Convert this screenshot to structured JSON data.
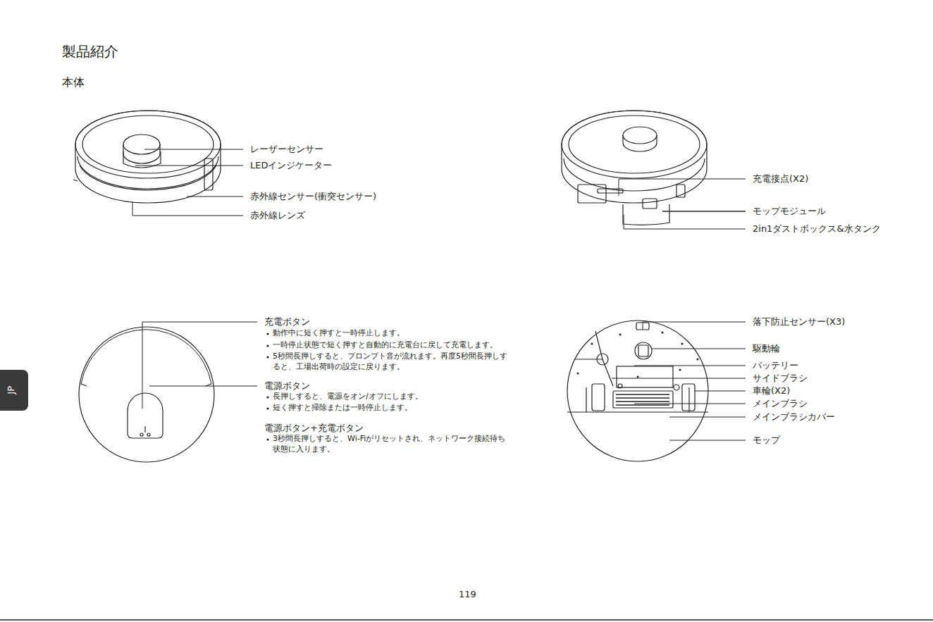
{
  "diagram": {
    "title": "製品紹介",
    "labels": [
      "本体",
      "レーザーセンサー",
      "LEDインジケーター",
      "赤外線センサー(衝突センサー)",
      "赤外線レンズ",
      "充電接点(X2)",
      "モップモジュール",
      "2in1ダストボックス&水タンク",
      "充電ボタン",
      "動作中に短く押すと一時停止します。",
      "一時停止状態で短く押すと自動的に充電台に戻して充電します。",
      "5秒間長押しすると、プロンプト音が流れます。再度5秒間長押しすると、工場出荷時の設定に戻ります。",
      "電源ボタン",
      "長押しすると、電源をオン/オフにします。",
      "短く押すと掃除または一時停止します。",
      "電源ボタン+充電ボタン",
      "3秒間長押しすると、Wi-Fiがリセットされ、ネットワーク接続待ち状態に入ります。",
      "落下防止センサー(X3)",
      "駆動輪",
      "バッテリー",
      "サイドブラシ",
      "車輪(X2)",
      "メインブラシ",
      "メインブラシカバー",
      "モップ",
      "119",
      "JP"
    ]
  }
}
